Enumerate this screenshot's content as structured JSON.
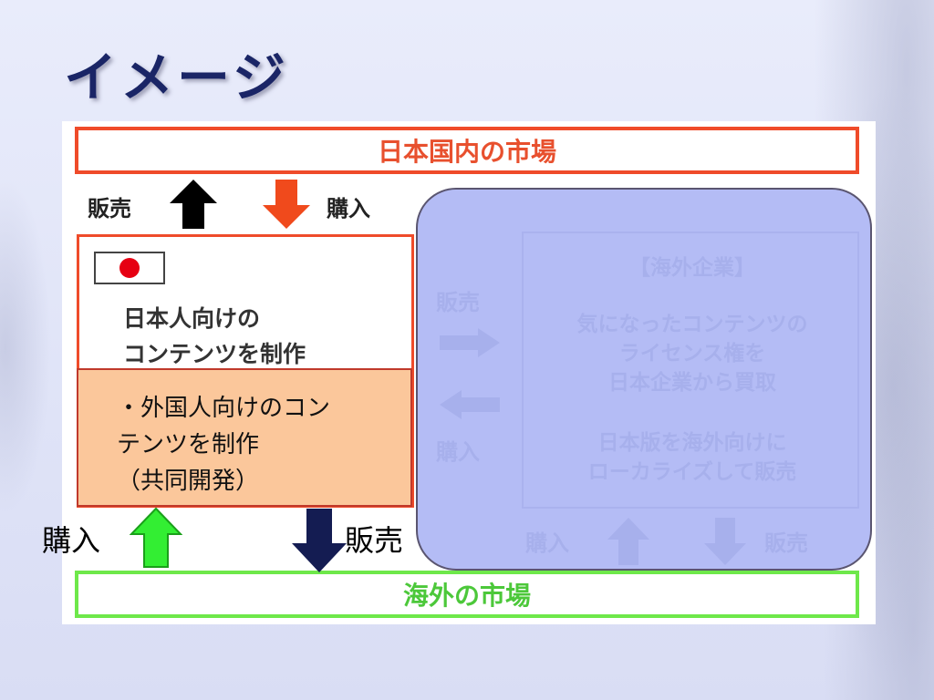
{
  "slide": {
    "title": "イメージ"
  },
  "diagram": {
    "japan_market": "日本国内の市場",
    "overseas_market": "海外の市場",
    "sell_top": "販売",
    "buy_top": "購入",
    "japan_content_lines": [
      "日本人向けの",
      "コンテンツを制作"
    ],
    "overlay_lines": [
      "・外国人向けのコン",
      "テンツを制作",
      "（共同開発）"
    ],
    "buy_bottom": "購入",
    "sell_bottom": "販売",
    "faded": {
      "company_title": "【海外企業】",
      "company_lines_1": [
        "気になったコンテンツの",
        "ライセンス権を",
        "日本企業から買取"
      ],
      "company_lines_2": [
        "日本版を海外向けに",
        "ローカライズして販売"
      ],
      "sell_side": "販売",
      "buy_side": "購入",
      "buy_bottom": "購入",
      "sell_bottom": "販売"
    }
  },
  "colors": {
    "title": "#1a2566",
    "japan_border": "#ef4b2a",
    "overseas_border": "#6ee84a",
    "overlay_fill": "#fbc79b",
    "rounded_fill": "#b4bcf5",
    "arrow_black": "#000000",
    "arrow_red": "#f04a1c",
    "arrow_green": "#33ee33",
    "arrow_navy": "#141c52"
  }
}
